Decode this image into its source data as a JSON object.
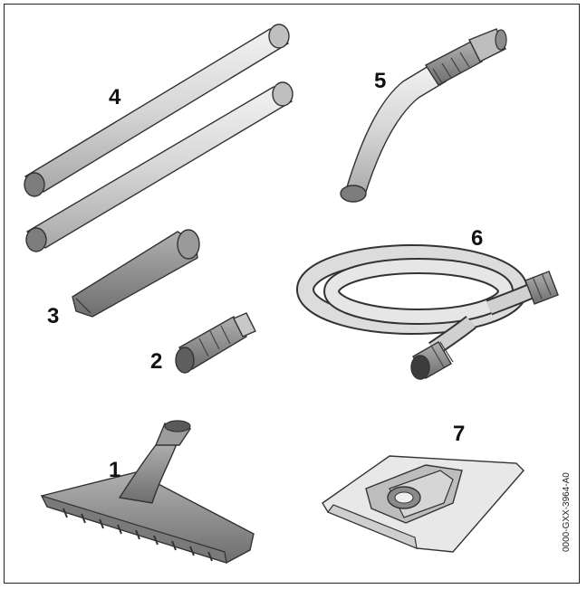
{
  "labels": {
    "tube_pair": "4",
    "elbow": "5",
    "crevice_nozzle": "3",
    "adapter": "2",
    "hose": "6",
    "floor_nozzle": "1",
    "filter_bag": "7"
  },
  "image_code": "0000-GXX-3964-A0",
  "colors": {
    "part_fill": "#d9d9d9",
    "part_dark": "#8c8c8c",
    "outline": "#333333"
  }
}
